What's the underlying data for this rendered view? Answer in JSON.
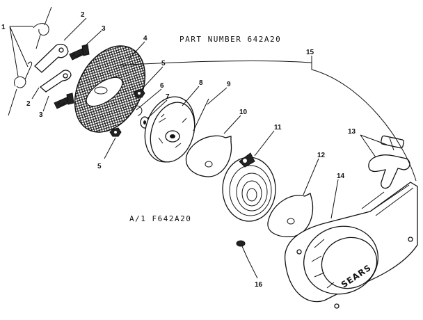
{
  "header": {
    "part_number": "PART NUMBER 642A20"
  },
  "footer": {
    "assembly_code": "A/1  F642A20"
  },
  "brand": "SEARS",
  "callouts": [
    {
      "key": "c1",
      "label": "1"
    },
    {
      "key": "c2a",
      "label": "2"
    },
    {
      "key": "c2b",
      "label": "2"
    },
    {
      "key": "c3a",
      "label": "3"
    },
    {
      "key": "c3b",
      "label": "3"
    },
    {
      "key": "c4",
      "label": "4"
    },
    {
      "key": "c5a",
      "label": "5"
    },
    {
      "key": "c5b",
      "label": "5"
    },
    {
      "key": "c6",
      "label": "6"
    },
    {
      "key": "c7",
      "label": "7"
    },
    {
      "key": "c8",
      "label": "8"
    },
    {
      "key": "c9",
      "label": "9"
    },
    {
      "key": "c10",
      "label": "10"
    },
    {
      "key": "c11",
      "label": "11"
    },
    {
      "key": "c12",
      "label": "12"
    },
    {
      "key": "c13",
      "label": "13"
    },
    {
      "key": "c14",
      "label": "14"
    },
    {
      "key": "c15",
      "label": "15"
    },
    {
      "key": "c16",
      "label": "16"
    }
  ]
}
